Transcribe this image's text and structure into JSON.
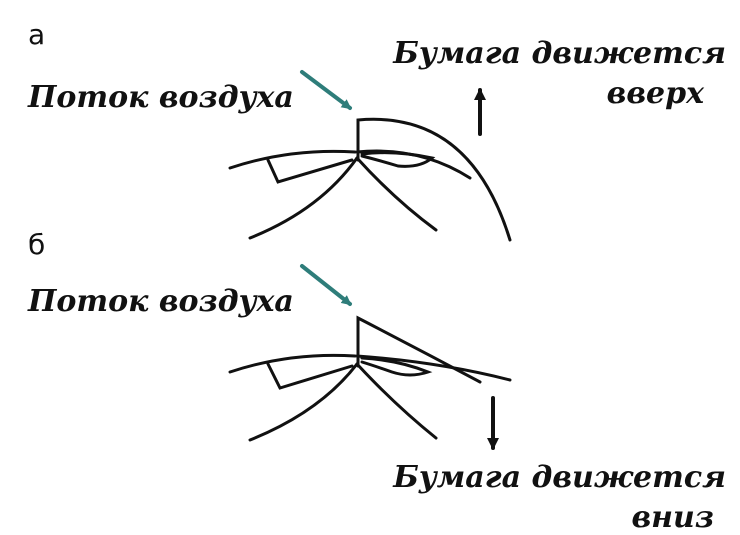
{
  "panels": [
    {
      "letter": "а",
      "airflow_label": "Поток воздуха",
      "paper_label_line1": "Бумага движется",
      "paper_label_line2": "вверх"
    },
    {
      "letter": "б",
      "airflow_label": "Поток воздуха",
      "paper_label_line1": "Бумага движется",
      "paper_label_line2": "вниз"
    }
  ],
  "colors": {
    "airflow_arrow": "#2e7d7a",
    "line": "#111111"
  }
}
